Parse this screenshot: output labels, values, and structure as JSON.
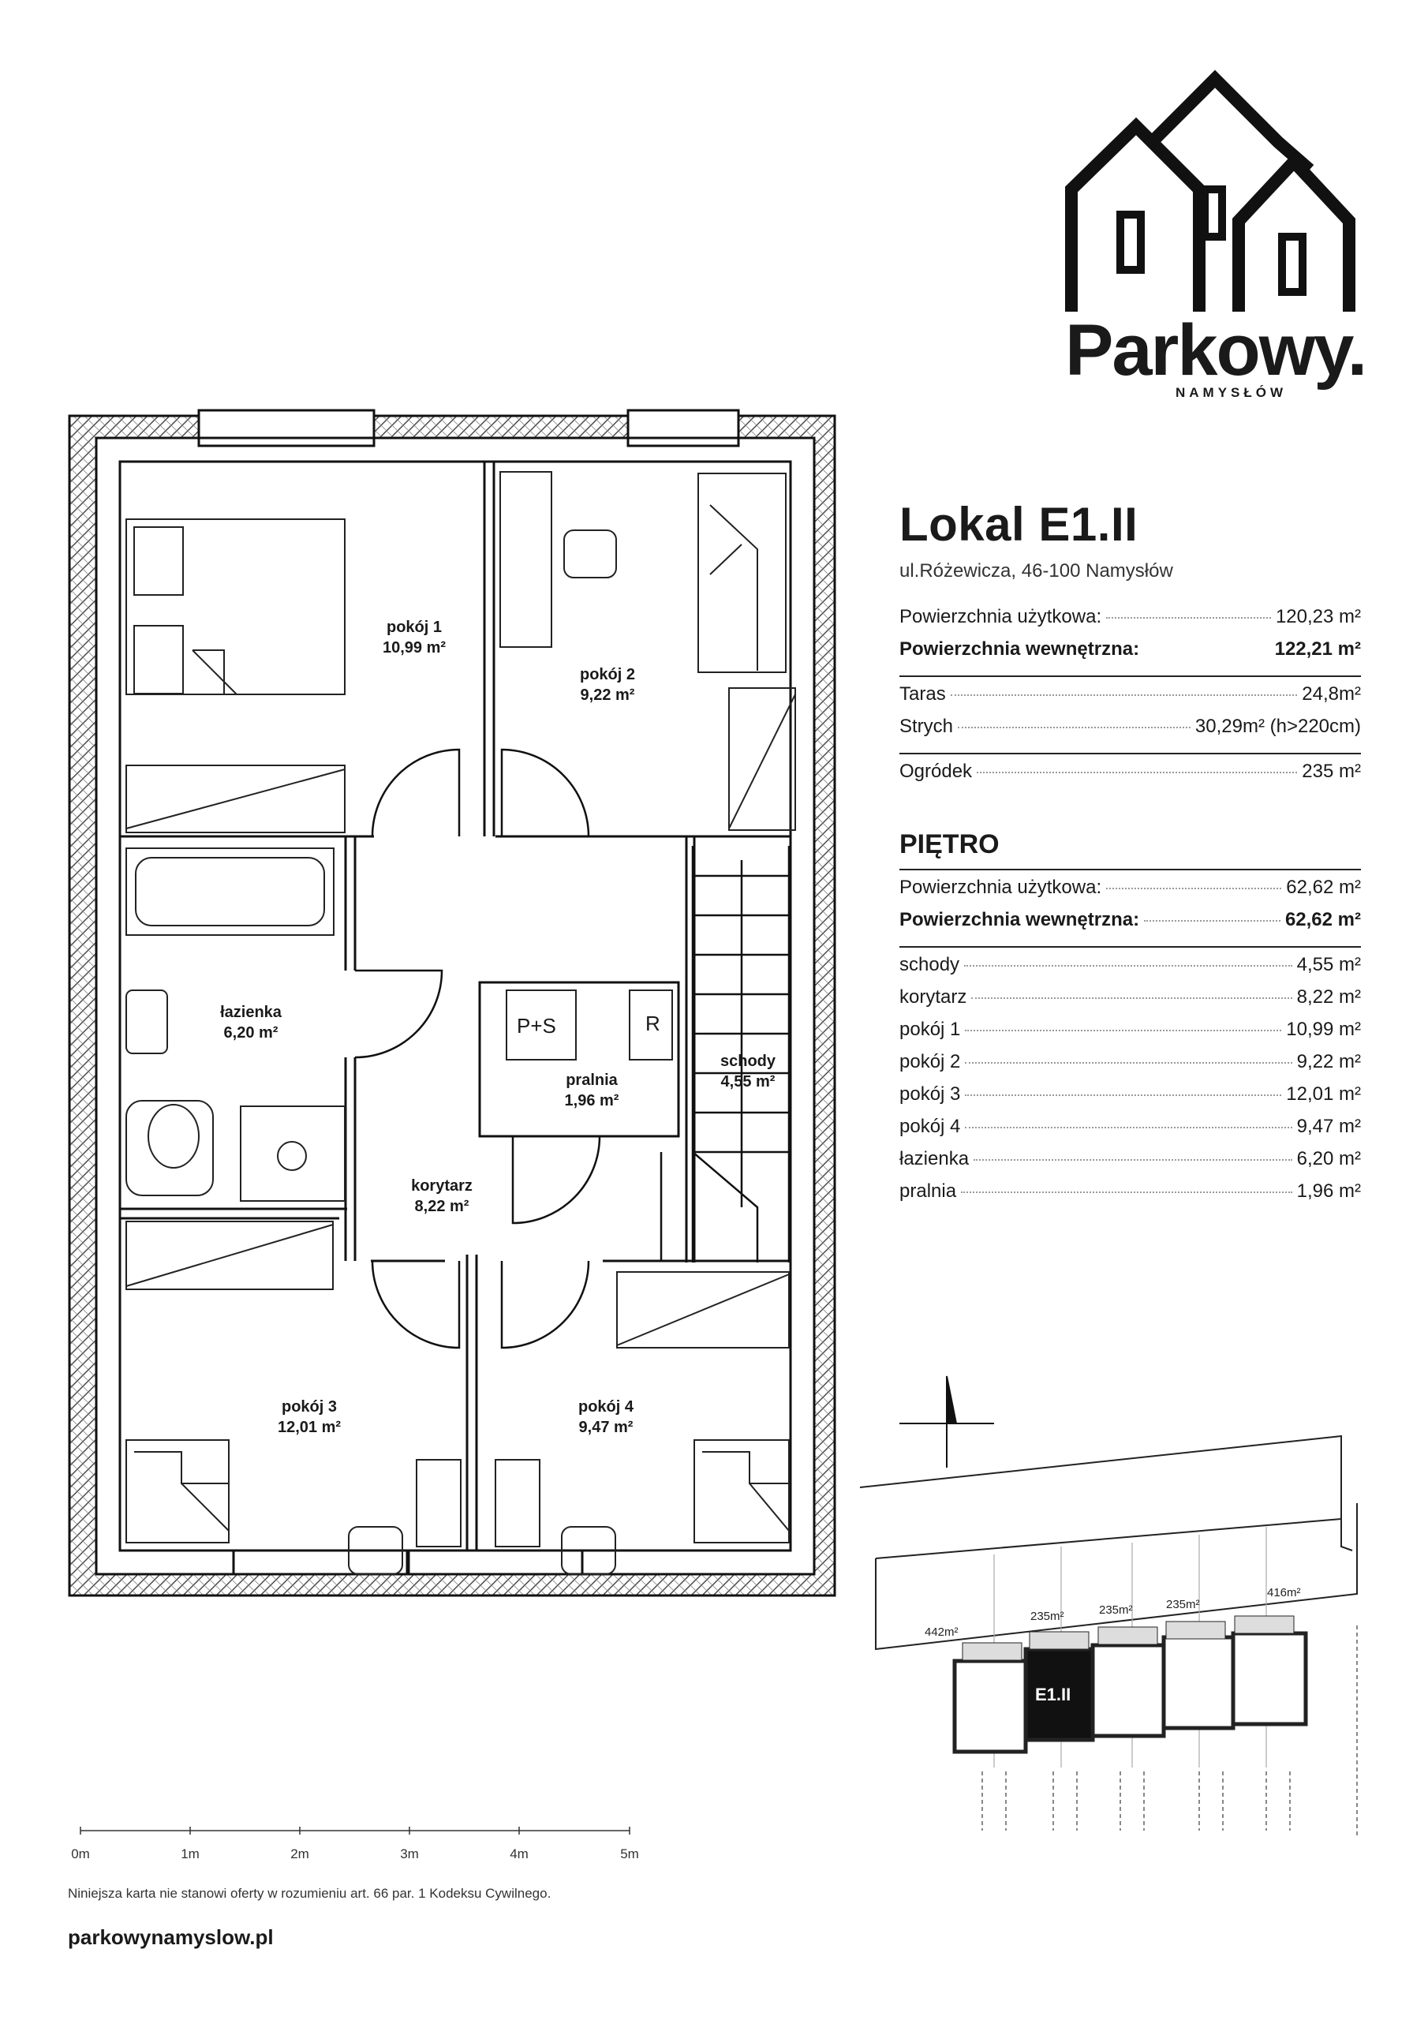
{
  "logo": {
    "name": "Parkowy.",
    "subtitle": "NAMYSŁÓW"
  },
  "unit": {
    "title": "Lokal E1.II",
    "address": "ul.Różewicza, 46-100 Namysłów",
    "summary": [
      {
        "label": "Powierzchnia użytkowa:",
        "value": "120,23 m²",
        "bold": false
      },
      {
        "label": "Powierzchnia wewnętrzna:",
        "value": "122,21 m²",
        "bold": true
      }
    ],
    "extras": [
      {
        "label": "Taras",
        "value": "24,8m²"
      },
      {
        "label": "Strych",
        "value": "30,29m² (h>220cm)"
      }
    ],
    "garden": {
      "label": "Ogródek",
      "value": "235 m²"
    }
  },
  "floor": {
    "heading": "PIĘTRO",
    "summary": [
      {
        "label": "Powierzchnia użytkowa:",
        "value": "62,62 m²"
      },
      {
        "label": "Powierzchnia wewnętrzna:",
        "value": "62,62 m²"
      }
    ],
    "rooms": [
      {
        "label": "schody",
        "value": "4,55 m²"
      },
      {
        "label": "korytarz",
        "value": "8,22 m²"
      },
      {
        "label": "pokój 1",
        "value": "10,99 m²"
      },
      {
        "label": "pokój 2",
        "value": "9,22 m²"
      },
      {
        "label": "pokój 3",
        "value": "12,01 m²"
      },
      {
        "label": "pokój 4",
        "value": "9,47 m²"
      },
      {
        "label": "łazienka",
        "value": "6,20 m²"
      },
      {
        "label": "pralnia",
        "value": "1,96 m²"
      }
    ]
  },
  "plan_labels": {
    "pokoj1": {
      "name": "pokój 1",
      "area": "10,99 m²"
    },
    "pokoj2": {
      "name": "pokój 2",
      "area": "9,22 m²"
    },
    "pokoj3": {
      "name": "pokój 3",
      "area": "12,01 m²"
    },
    "pokoj4": {
      "name": "pokój 4",
      "area": "9,47 m²"
    },
    "lazienka": {
      "name": "łazienka",
      "area": "6,20 m²"
    },
    "pralnia": {
      "name": "pralnia",
      "area": "1,96 m²"
    },
    "schody": {
      "name": "schody",
      "area": "4,55 m²"
    },
    "korytarz": {
      "name": "korytarz",
      "area": "8,22 m²"
    },
    "washer": "P+S",
    "dryer": "R"
  },
  "scale": {
    "ticks": [
      "0m",
      "1m",
      "2m",
      "3m",
      "4m",
      "5m"
    ]
  },
  "site_plan": {
    "areas": [
      "442m²",
      "235m²",
      "235m²",
      "235m²",
      "416m²"
    ],
    "highlight": "E1.II"
  },
  "disclaimer": "Niniejsza karta nie stanowi oferty w rozumieniu art. 66 par. 1 Kodeksu Cywilnego.",
  "website": "parkowynamyslow.pl"
}
